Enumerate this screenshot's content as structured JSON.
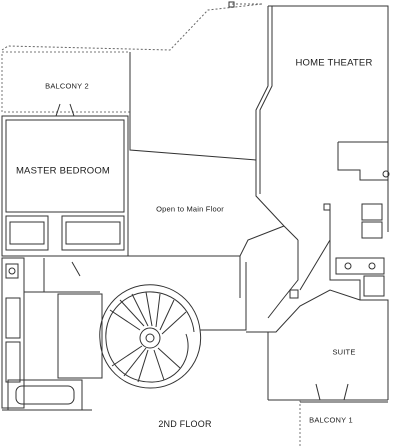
{
  "plan": {
    "rooms": {
      "home_theater": "HOME THEATER",
      "balcony_2": "BALCONY 2",
      "master_bedroom": "MASTER BEDROOM",
      "open_to_main_floor": "Open to Main Floor",
      "suite": "SUITE",
      "balcony_1": "BALCONY 1"
    },
    "floor_label": "2ND FLOOR"
  }
}
